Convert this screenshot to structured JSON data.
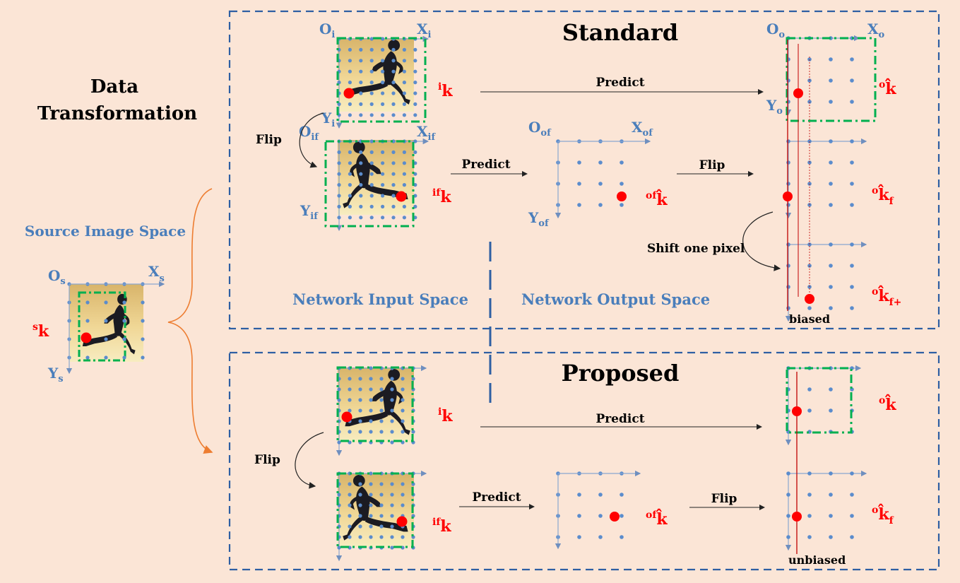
{
  "colors": {
    "background": "#fbe5d6",
    "frame": "#2e5fa3",
    "axis_label": "#4a7ebb",
    "keypoint": "#ff0000",
    "crop_box": "#00b050",
    "arrow_orange": "#ed7d31"
  },
  "left": {
    "title_line1": "Data",
    "title_line2": "Transformation",
    "source_label": "Source Image Space",
    "origin": "O",
    "origin_sub": "s",
    "x_axis": "X",
    "x_sub": "s",
    "y_axis": "Y",
    "y_sub": "s",
    "kp_sup": "s",
    "kp": "k"
  },
  "standard": {
    "title": "Standard",
    "in_origin": "O",
    "in_origin_sub": "i",
    "in_x": "X",
    "in_x_sub": "i",
    "in_y": "Y",
    "in_y_sub": "i",
    "flip_in_origin": "O",
    "flip_in_origin_sub": "if",
    "flip_in_x": "X",
    "flip_in_x_sub": "if",
    "flip_in_y": "Y",
    "flip_in_y_sub": "if",
    "kp_i_sup": "i",
    "kp_i": "k",
    "kp_if_sup": "if",
    "kp_if": "k",
    "flip_label": "Flip",
    "predict_top": "Predict",
    "predict_mid": "Predict",
    "flip_mid": "Flip",
    "out_origin": "O",
    "out_origin_sub": "o",
    "out_x": "X",
    "out_x_sub": "o",
    "out_y": "Y",
    "out_y_sub": "o",
    "of_origin": "O",
    "of_origin_sub": "of",
    "of_x": "X",
    "of_x_sub": "of",
    "of_y": "Y",
    "of_y_sub": "of",
    "kp_o_sup": "o",
    "kp_o": "k̂",
    "kp_of_sup": "of",
    "kp_of": "k̂",
    "kp_of2_sup": "o",
    "kp_of2": "k̂",
    "kp_of2_sub": "f",
    "kp_ofp_sup": "o",
    "kp_ofp": "k̂",
    "kp_ofp_sub": "f+",
    "shift_label": "Shift one pixel",
    "biased_label": "biased",
    "net_input_label": "Network Input Space",
    "net_output_label": "Network Output Space"
  },
  "proposed": {
    "title": "Proposed",
    "kp_i_sup": "i",
    "kp_i": "k",
    "kp_if_sup": "if",
    "kp_if": "k",
    "flip_label": "Flip",
    "predict_top": "Predict",
    "predict_mid": "Predict",
    "flip_mid": "Flip",
    "kp_o_sup": "o",
    "kp_o": "k̂",
    "kp_of_sup": "of",
    "kp_of": "k̂",
    "kp_of2_sup": "o",
    "kp_of2": "k̂",
    "kp_of2_sub": "f",
    "unbiased_label": "unbiased"
  }
}
